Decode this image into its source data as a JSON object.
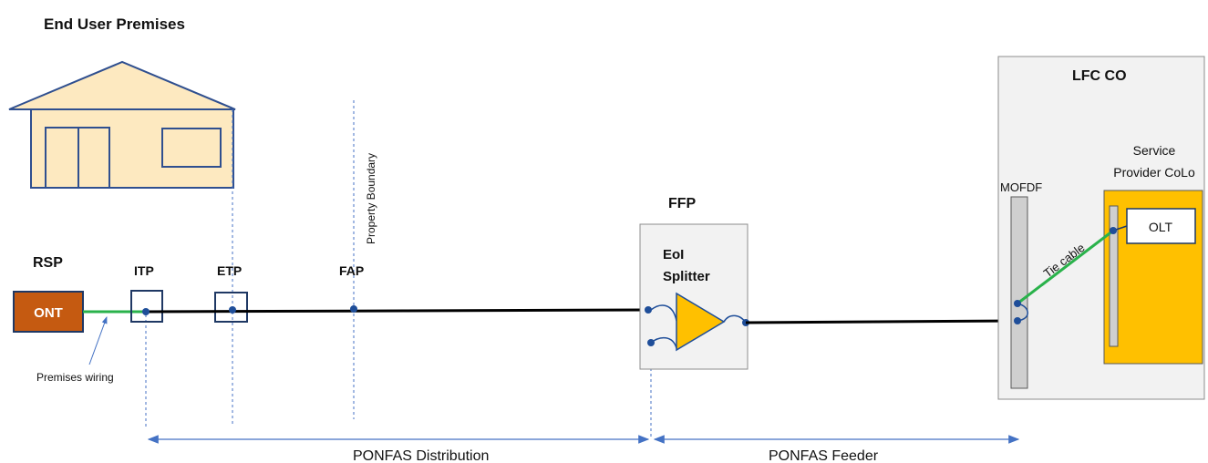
{
  "title": "End User Premises",
  "labels": {
    "rsp": "RSP",
    "ont": "ONT",
    "itp": "ITP",
    "etp": "ETP",
    "fap": "FAP",
    "property_boundary": "Property Boundary",
    "premises_wiring": "Premises wiring",
    "ffp": "FFP",
    "eol_splitter_line1": "EoI",
    "eol_splitter_line2": "Splitter",
    "lfc_co": "LFC CO",
    "mofdf": "MOFDF",
    "service_provider_line1": "Service",
    "service_provider_line2": "Provider CoLo",
    "olt": "OLT",
    "tie_cable": "Tie cable",
    "ponfas_distribution": "PONFAS Distribution",
    "ponfas_feeder": "PONFAS Feeder"
  },
  "colors": {
    "house_fill": "#fde9c0",
    "house_stroke": "#2f4f8f",
    "ont_fill": "#c55a11",
    "fiber": "#000000",
    "tie_cable": "#2ab24b",
    "triangle": "#ffc000",
    "colo_fill": "#ffc000",
    "co_box_fill": "#f2f2f2",
    "mofdf_fill": "#cfcfcf",
    "arrow": "#4472c4",
    "node": "#1f4e99"
  }
}
